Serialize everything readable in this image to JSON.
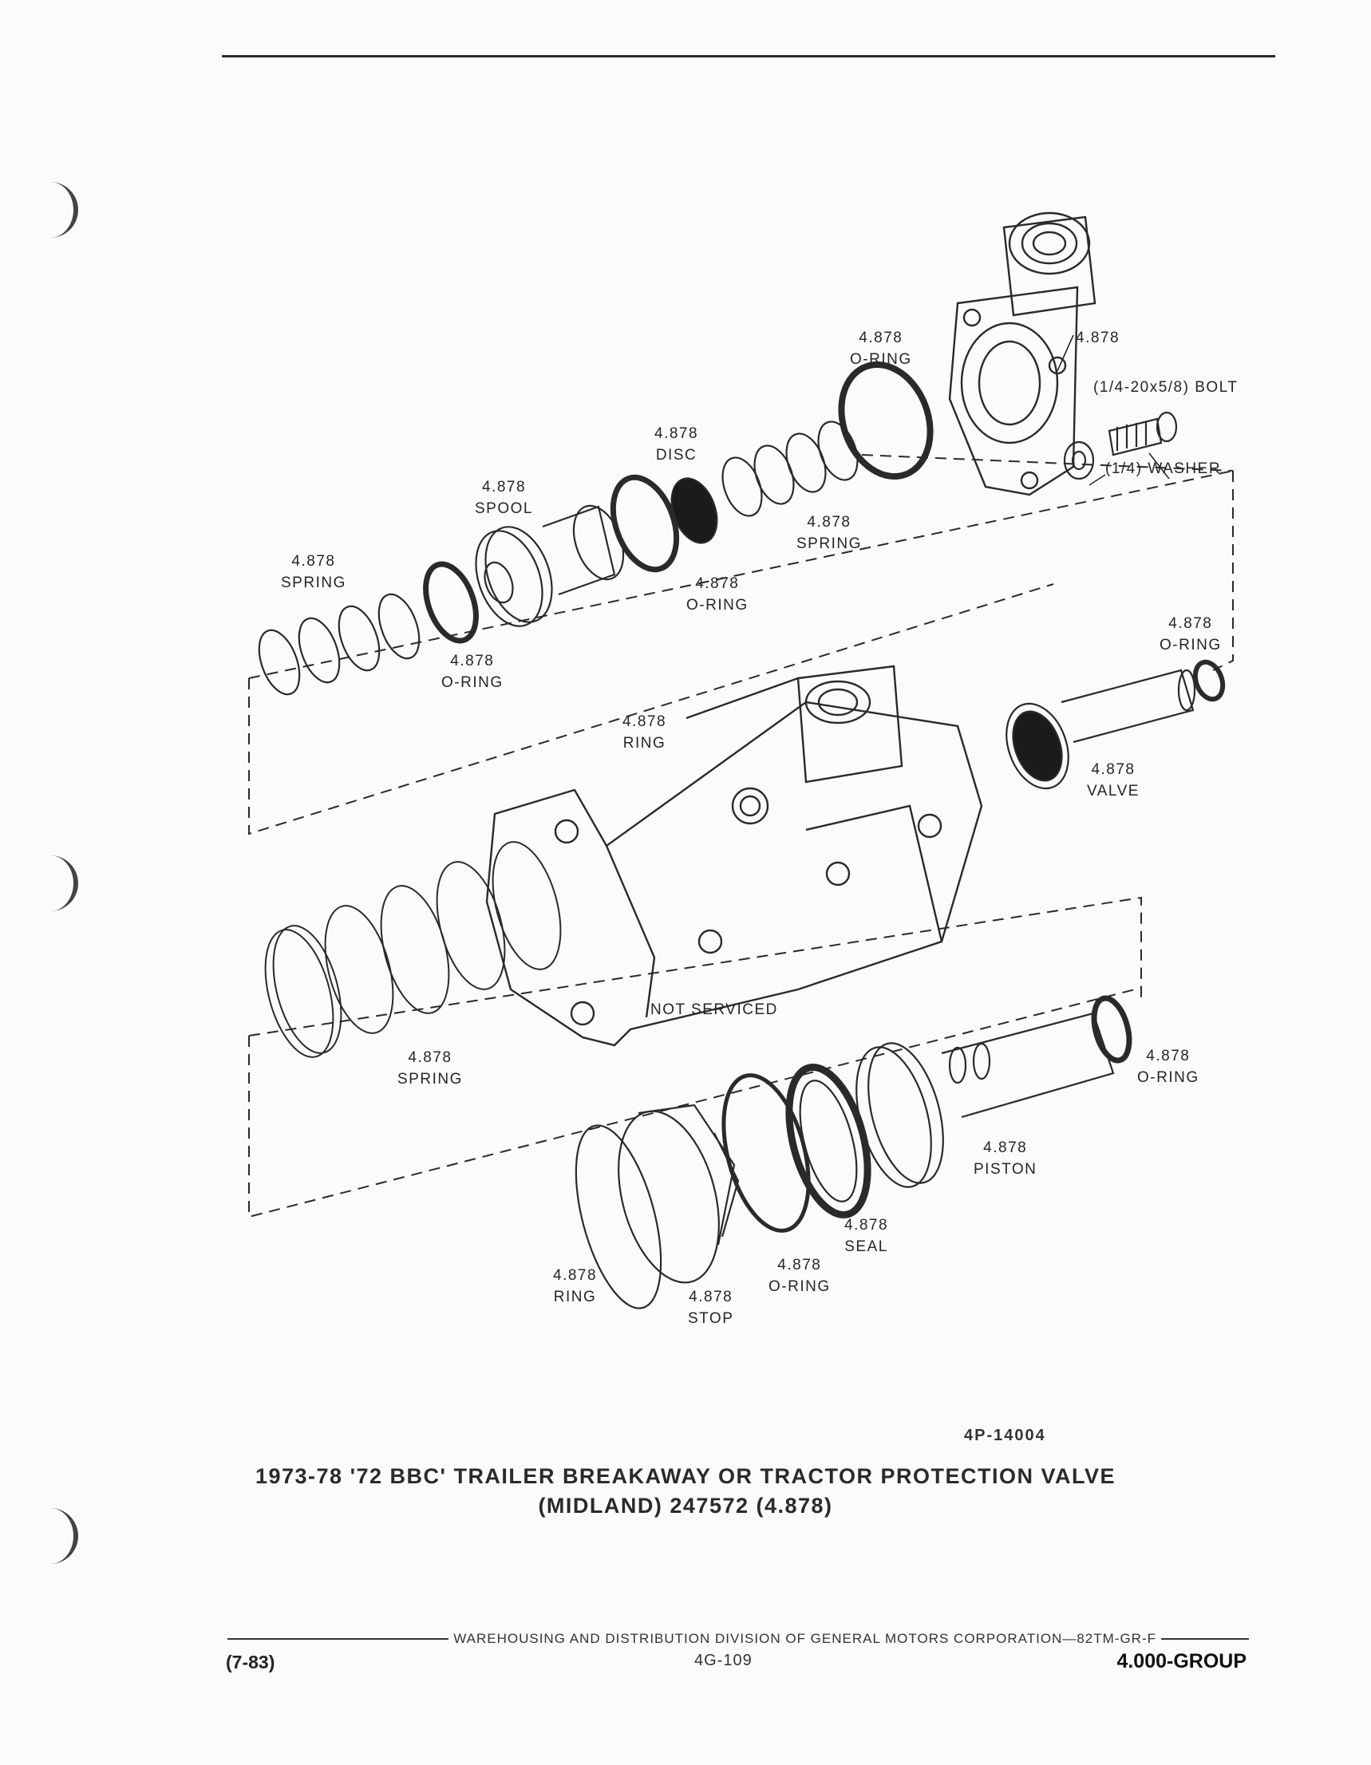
{
  "labels": {
    "oring_top": [
      "4.878",
      "O-RING"
    ],
    "body_top": [
      "4.878"
    ],
    "bolt": [
      "(1/4-20x5/8) BOLT"
    ],
    "disc": [
      "4.878",
      "DISC"
    ],
    "washer": [
      "(1/4) WASHER"
    ],
    "spool": [
      "4.878",
      "SPOOL"
    ],
    "spring_mid": [
      "4.878",
      "SPRING"
    ],
    "spring_left": [
      "4.878",
      "SPRING"
    ],
    "oring_disc": [
      "4.878",
      "O-RING"
    ],
    "oring_right": [
      "4.878",
      "O-RING"
    ],
    "oring_left": [
      "4.878",
      "O-RING"
    ],
    "ring_mid": [
      "4.878",
      "RING"
    ],
    "valve": [
      "4.878",
      "VALVE"
    ],
    "not_serviced": [
      "NOT SERVICED"
    ],
    "spring_big": [
      "4.878",
      "SPRING"
    ],
    "oring_piston": [
      "4.878",
      "O-RING"
    ],
    "piston": [
      "4.878",
      "PISTON"
    ],
    "seal": [
      "4.878",
      "SEAL"
    ],
    "oring_bottom": [
      "4.878",
      "O-RING"
    ],
    "ring_bottom": [
      "4.878",
      "RING"
    ],
    "stop": [
      "4.878",
      "STOP"
    ]
  },
  "figure_id": "4P-14004",
  "caption": {
    "line1": "1973-78 '72 BBC' TRAILER BREAKAWAY OR TRACTOR PROTECTION VALVE",
    "line2": "(MIDLAND) 247572 (4.878)"
  },
  "footer": {
    "publisher": "WAREHOUSING AND DISTRIBUTION DIVISION OF GENERAL MOTORS CORPORATION—82TM-GR-F",
    "date": "(7-83)",
    "page": "4G-109",
    "group": "4.000-GROUP"
  }
}
